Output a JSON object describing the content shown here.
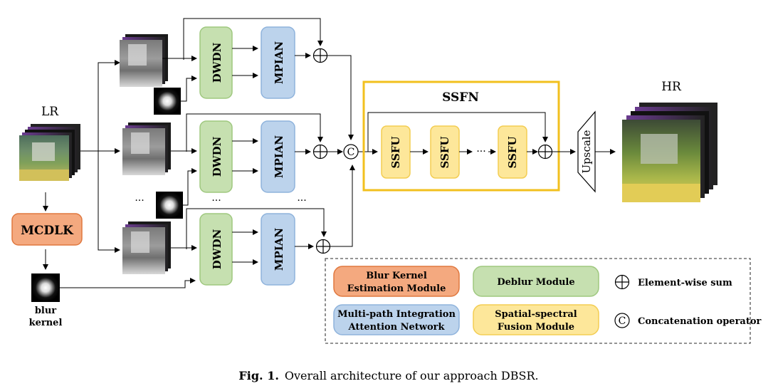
{
  "labels": {
    "lr": "LR",
    "hr": "HR",
    "mcdlk": "MCDLK",
    "blur_kernel_line1": "blur",
    "blur_kernel_line2": "kernel",
    "ssfn": "SSFN",
    "upscale": "Upscale",
    "dwdn": "DWDN",
    "mpian": "MPIAN",
    "ssfu": "SSFU",
    "ellipsis": "...",
    "middle_ellipsis": "···",
    "concat_symbol": "C",
    "sum_symbol": "+"
  },
  "legend": {
    "blur_kernel_module": [
      "Blur Kernel",
      "Estimation Module"
    ],
    "deblur_module": "Deblur Module",
    "element_wise_sum": "Element-wise sum",
    "mpian": [
      "Multi-path Integration",
      "Attention Network"
    ],
    "ssfm": [
      "Spatial-spectral",
      "Fusion Module"
    ],
    "concat": "Concatenation operator"
  },
  "caption": {
    "prefix": "Fig. 1.",
    "text": "Overall architecture of our approach DBSR."
  },
  "colors": {
    "mcdlk_fill": "#f4a97f",
    "mcdlk_stroke": "#e0783f",
    "dwdn_fill": "#c6e0b0",
    "dwdn_stroke": "#9fc87f",
    "mpian_fill": "#bcd3ec",
    "mpian_stroke": "#8fb3dc",
    "ssfu_fill": "#fde79a",
    "ssfu_stroke": "#f3cd52",
    "ssfn_border": "#f2c01e",
    "legend_border": "#555555"
  }
}
